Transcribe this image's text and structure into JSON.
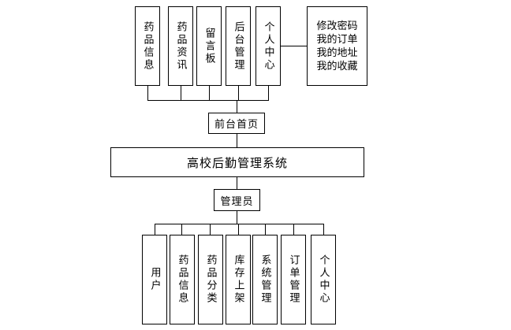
{
  "top_modules": [
    {
      "id": "drug-info",
      "label": "药品信息"
    },
    {
      "id": "drug-news",
      "label": "药品资讯"
    },
    {
      "id": "message-board",
      "label": "留言板"
    },
    {
      "id": "backend-admin",
      "label": "后台管理"
    },
    {
      "id": "personal-center",
      "label": "个人中心"
    }
  ],
  "personal_center_sub": [
    "修改密码",
    "我的订单",
    "我的地址",
    "我的收藏"
  ],
  "frontend_home": "前台首页",
  "system_name": "高校后勤管理系统",
  "admin_label": "管理员",
  "admin_modules": [
    {
      "id": "users",
      "label": "用户"
    },
    {
      "id": "drug-info",
      "label": "药品信息"
    },
    {
      "id": "drug-category",
      "label": "药品分类"
    },
    {
      "id": "stock-shelving",
      "label": "库存上架"
    },
    {
      "id": "system-management",
      "label": "系统管理"
    },
    {
      "id": "order-management",
      "label": "订单管理"
    },
    {
      "id": "personal-center",
      "label": "个人中心"
    }
  ]
}
